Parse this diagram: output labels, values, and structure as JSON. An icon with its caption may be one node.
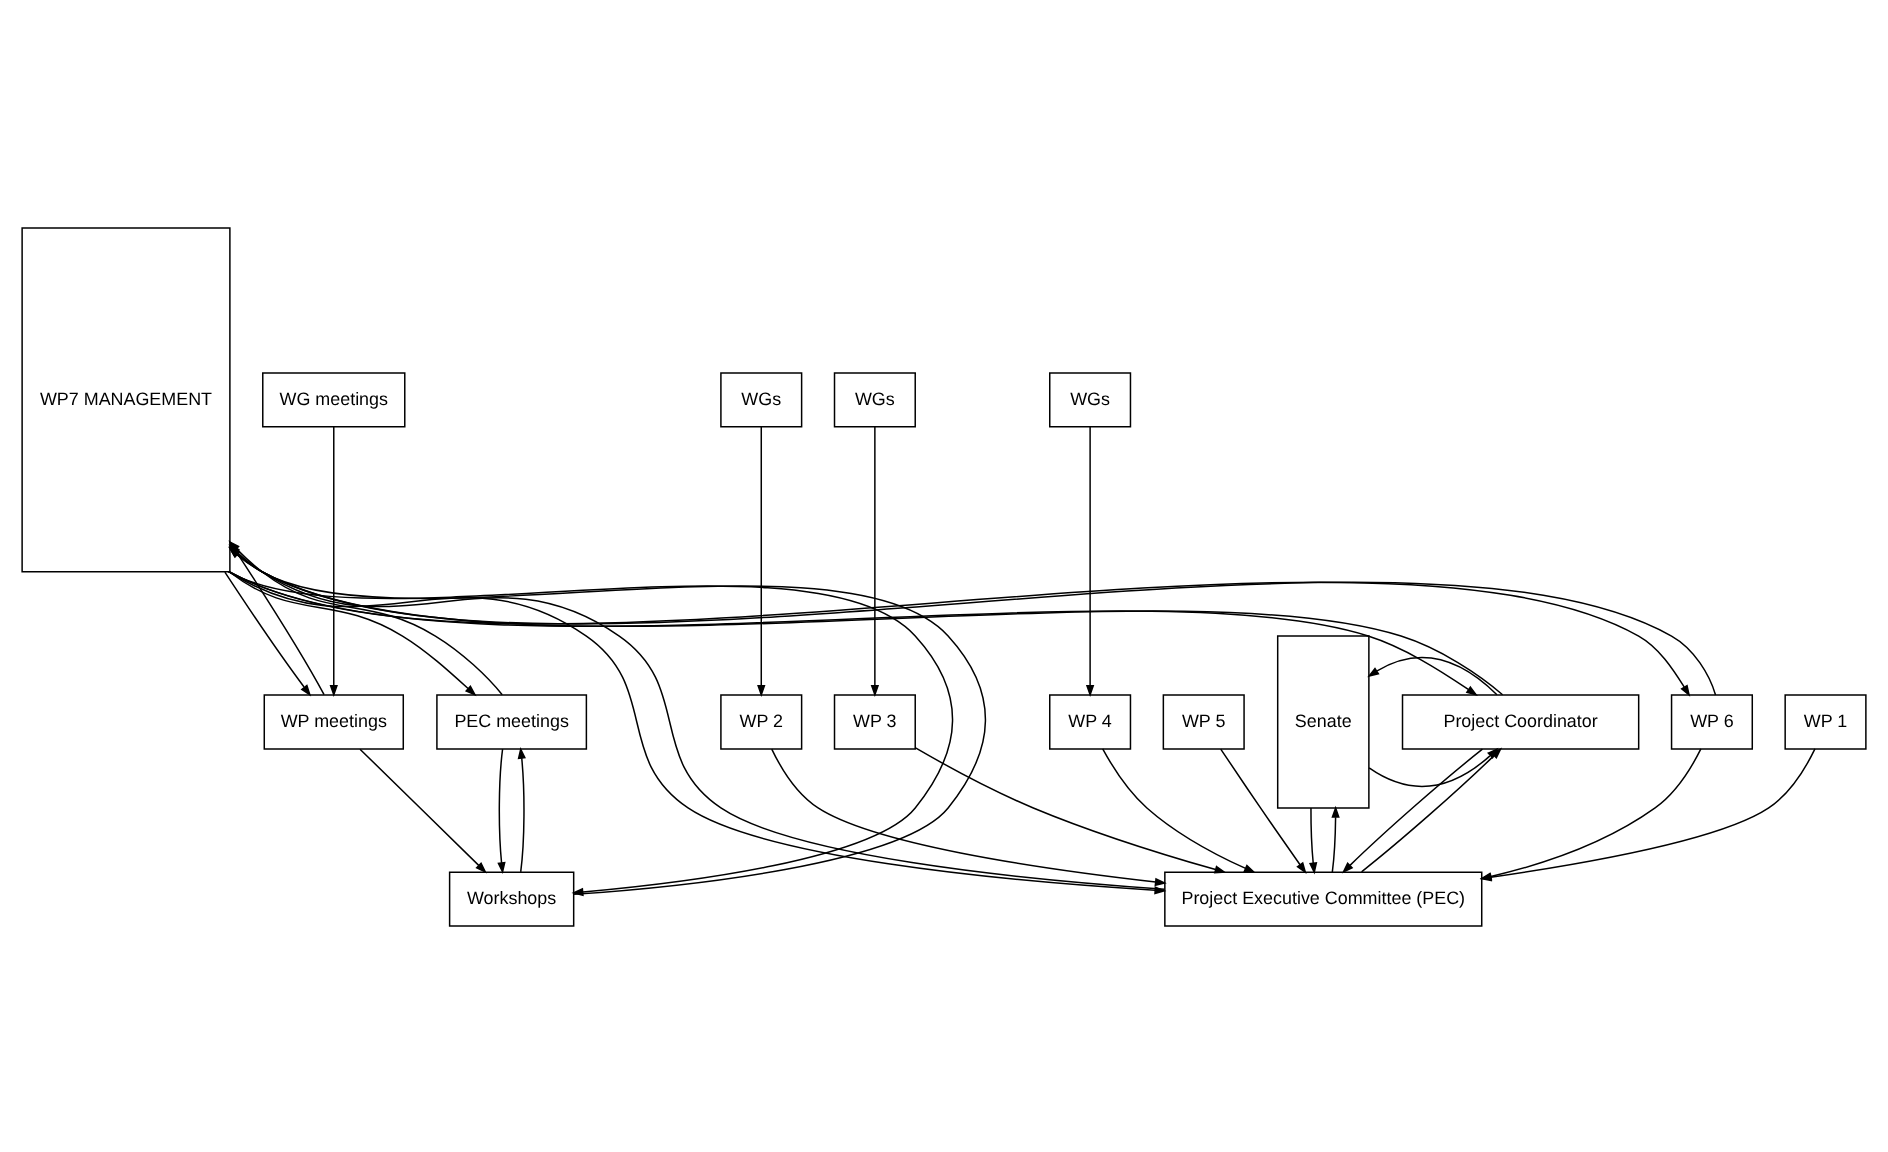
{
  "diagram": {
    "nodes": [
      {
        "text": [
          "Project Coordinator"
        ]
      },
      {
        "text": [
          "Senate"
        ]
      },
      {
        "text": [
          "Project Executive Committee (PEC)"
        ]
      },
      {
        "text": [
          "WP 1"
        ]
      },
      {
        "text": [
          "WP 2"
        ]
      },
      {
        "text": [
          "WP 3"
        ]
      },
      {
        "text": [
          "WP 4"
        ]
      },
      {
        "text": [
          "WP 5"
        ]
      },
      {
        "text": [
          "WP 6"
        ]
      },
      {
        "text": [
          "WGs"
        ]
      },
      {
        "text": [
          "WGs"
        ]
      },
      {
        "text": [
          "WGs"
        ]
      },
      {
        "text": [
          "WP7 MANAGEMENT"
        ]
      },
      {
        "text": [
          "PEC meetings"
        ]
      },
      {
        "text": [
          "Workshops"
        ]
      },
      {
        "text": [
          "WP meetings"
        ]
      },
      {
        "text": [
          "WG meetings"
        ]
      }
    ],
    "edges": [
      {
        "from": 1,
        "to": 0,
        "arrow": "to"
      },
      {
        "from": 0,
        "to": 1,
        "arrow": "to"
      },
      {
        "from": 2,
        "to": 0,
        "arrow": "to"
      },
      {
        "from": 0,
        "to": 2,
        "arrow": "to"
      },
      {
        "from": 1,
        "to": 2,
        "arrow": "to"
      },
      {
        "from": 2,
        "to": 1,
        "arrow": "to"
      },
      {
        "from": 3,
        "to": 2,
        "arrow": "to"
      },
      {
        "from": 4,
        "to": 2,
        "arrow": "to"
      },
      {
        "from": 5,
        "to": 2,
        "arrow": "to"
      },
      {
        "from": 6,
        "to": 2,
        "arrow": "to"
      },
      {
        "from": 7,
        "to": 2,
        "arrow": "to"
      },
      {
        "from": 8,
        "to": 2,
        "arrow": "to"
      },
      {
        "from": 9,
        "to": 4,
        "arrow": "to"
      },
      {
        "from": 10,
        "to": 5,
        "arrow": "to"
      },
      {
        "from": 11,
        "to": 6,
        "arrow": "to"
      },
      {
        "from": 12,
        "to": 0,
        "arrow": "to"
      },
      {
        "from": 0,
        "to": 12,
        "arrow": "to"
      },
      {
        "from": 12,
        "to": 2,
        "arrow": "to"
      },
      {
        "from": 2,
        "to": 12,
        "arrow": "to"
      },
      {
        "from": 8,
        "to": 12,
        "arrow": "to"
      },
      {
        "from": 12,
        "to": 8,
        "arrow": "to"
      },
      {
        "from": 12,
        "to": 13,
        "arrow": "to"
      },
      {
        "from": 13,
        "to": 12,
        "arrow": "to"
      },
      {
        "from": 12,
        "to": 14,
        "arrow": "to"
      },
      {
        "from": 14,
        "to": 12,
        "arrow": "to"
      },
      {
        "from": 12,
        "to": 15,
        "arrow": "to"
      },
      {
        "from": 15,
        "to": 12,
        "arrow": "to"
      },
      {
        "from": 14,
        "to": 13,
        "arrow": "to"
      },
      {
        "from": 13,
        "to": 14,
        "arrow": "to"
      },
      {
        "from": 15,
        "to": 14,
        "arrow": "to"
      },
      {
        "from": 16,
        "to": 15,
        "arrow": "to"
      }
    ]
  }
}
